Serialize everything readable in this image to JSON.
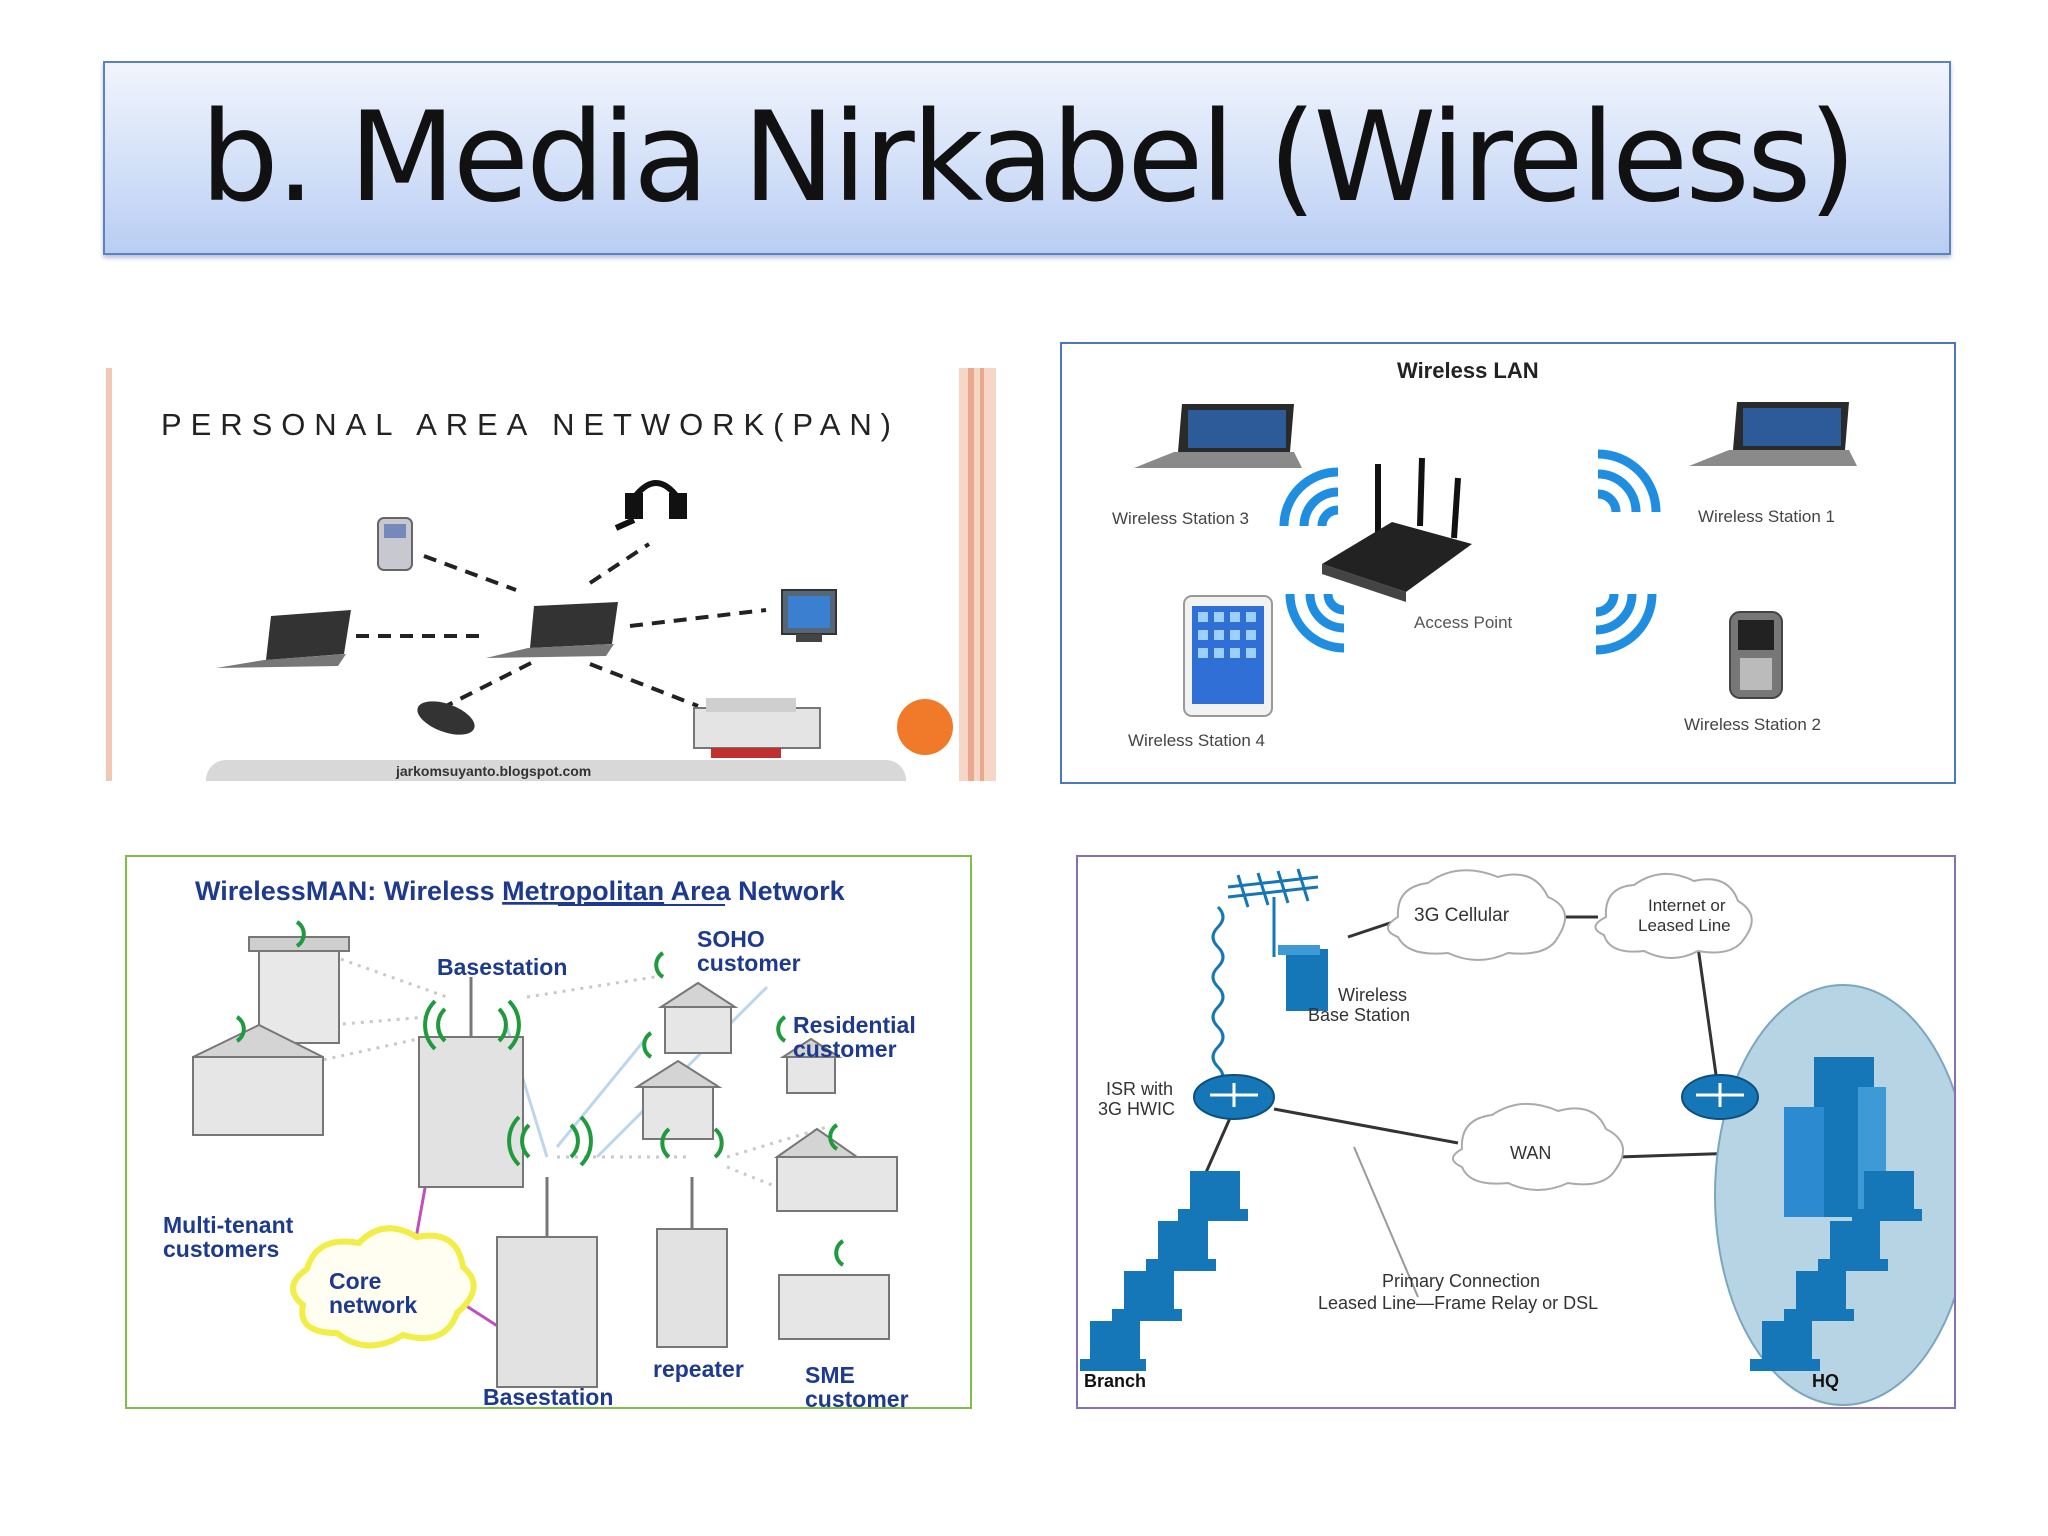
{
  "title": "b. Media Nirkabel (Wireless)",
  "pan": {
    "heading": "PERSONAL AREA NETWORK(PAN)",
    "footer": "jarkomsuyanto.blogspot.com"
  },
  "wlan": {
    "heading": "Wireless LAN",
    "station3": "Wireless Station 3",
    "station1": "Wireless Station 1",
    "access_point": "Access Point",
    "station4": "Wireless Station 4",
    "station2": "Wireless Station 2"
  },
  "man": {
    "heading_part1": "WirelessMAN: Wireless ",
    "heading_part2": "Metropolitan",
    "heading_part3": " Area Network",
    "basestation_top": "Basestation",
    "soho_line1": "SOHO",
    "soho_line2": "customer",
    "residential_line1": "Residential",
    "residential_line2": "customer",
    "multi_line1": "Multi-tenant",
    "multi_line2": "customers",
    "core_line1": "Core",
    "core_line2": "network",
    "repeater": "repeater",
    "basestation_bottom": "Basestation",
    "sme_line1": "SME",
    "sme_line2": "customer"
  },
  "wan": {
    "cellular": "3G Cellular",
    "internet_line1": "Internet or",
    "internet_line2": "Leased Line",
    "base_line1": "Wireless",
    "base_line2": "Base Station",
    "isr_line1": "ISR with",
    "isr_line2": "3G HWIC",
    "wan": "WAN",
    "primary_line1": "Primary Connection",
    "primary_line2": "Leased Line—Frame Relay or DSL",
    "branch": "Branch",
    "hq": "HQ"
  },
  "colors": {
    "title_border": "#5b83c4",
    "wifi_blue": "#1f8ee0",
    "cisco_blue": "#1576b8",
    "hq_ellipse": "#b7d4e4",
    "man_text": "#1d3a8f",
    "pan_orange": "#f07a2a",
    "man_signal": "#1f9a3c"
  }
}
